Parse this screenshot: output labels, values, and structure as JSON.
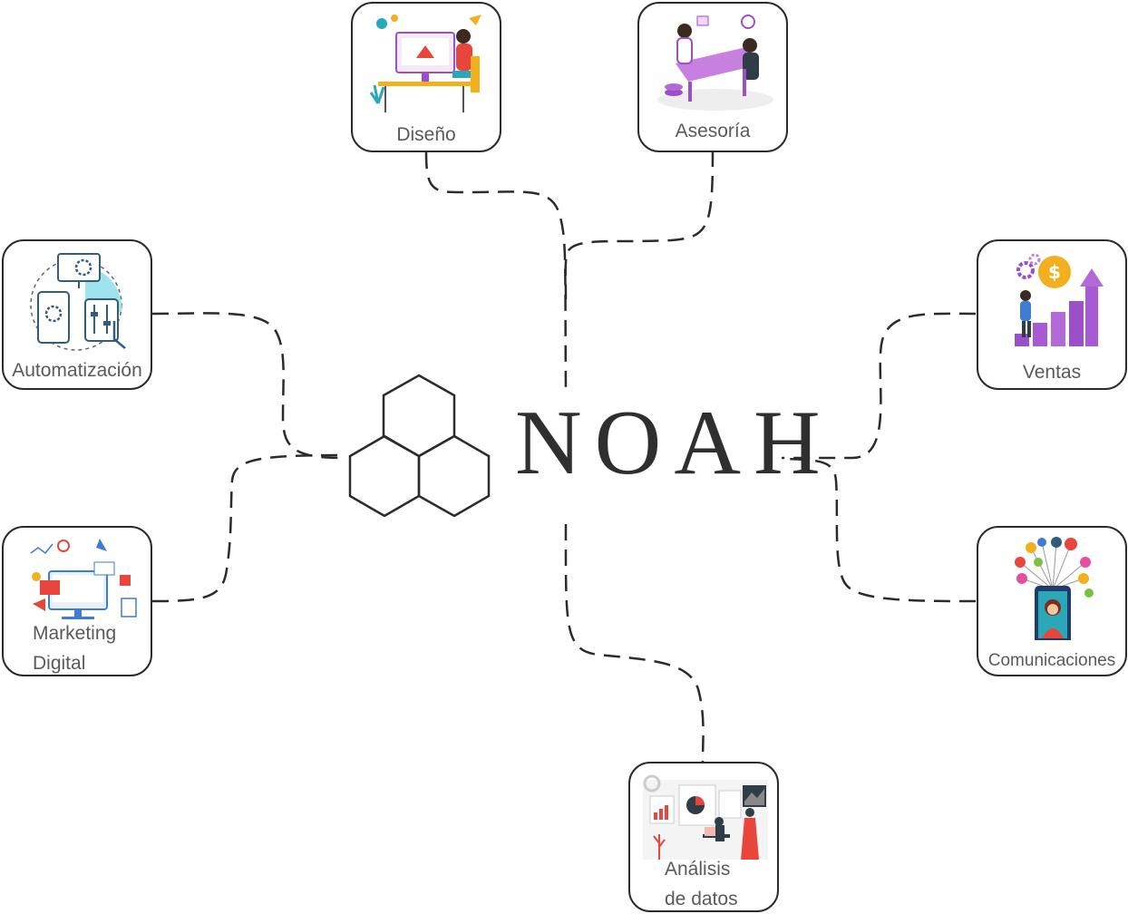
{
  "brand": {
    "name": "NOAH"
  },
  "services": [
    {
      "id": "diseno",
      "label": "Diseño",
      "icon": "designer-at-desk-icon"
    },
    {
      "id": "asesoria",
      "label": "Asesoría",
      "icon": "consulting-meeting-icon"
    },
    {
      "id": "automatizacion",
      "label": "Automatización",
      "icon": "automation-gears-icon"
    },
    {
      "id": "ventas",
      "label": "Ventas",
      "icon": "sales-growth-icon"
    },
    {
      "id": "marketing",
      "label": "Marketing Digital",
      "label_lines": [
        "Marketing",
        "Digital"
      ],
      "icon": "digital-marketing-icon"
    },
    {
      "id": "comunicaciones",
      "label": "Comunicaciones",
      "icon": "smartphone-network-icon"
    },
    {
      "id": "analisis",
      "label": "Análisis de datos",
      "label_lines": [
        "Análisis",
        "de datos"
      ],
      "icon": "data-analytics-icon"
    }
  ],
  "colors": {
    "outline": "#2b2b2b",
    "label_text": "#5a5a5a",
    "brand_text": "#2f2f2f",
    "accent_purple": "#9b4fc9",
    "accent_teal": "#2aa8b8",
    "accent_red": "#e8453c",
    "accent_gold": "#f2b01e"
  }
}
